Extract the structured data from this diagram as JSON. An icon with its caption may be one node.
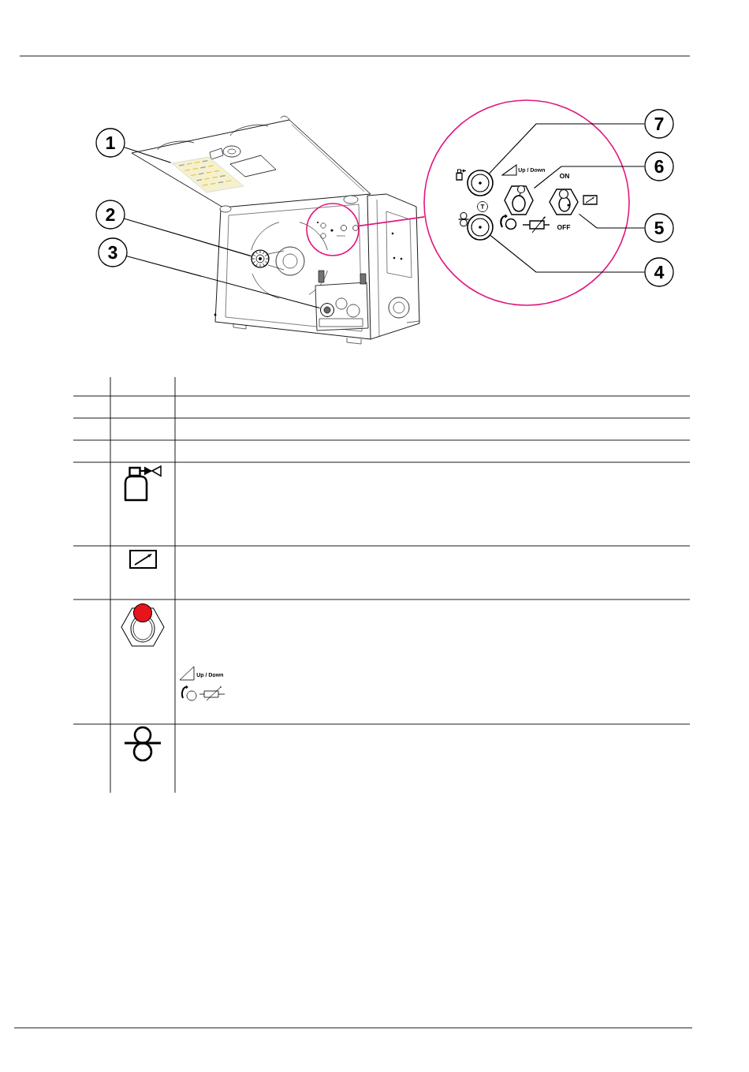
{
  "diagram": {
    "nodes": [
      {
        "text": [
          "1"
        ]
      },
      {
        "text": [
          "2"
        ]
      },
      {
        "text": [
          "3"
        ]
      },
      {
        "text": [
          "7"
        ]
      },
      {
        "text": [
          "6"
        ]
      },
      {
        "text": [
          "5"
        ]
      },
      {
        "text": [
          "4"
        ]
      },
      {
        "text": [],
        "shape": "picture"
      },
      {
        "text": [],
        "shape": "picture"
      },
      {
        "text": [],
        "shape": "picture"
      },
      {
        "text": [],
        "shape": "circle"
      },
      {
        "text": [],
        "shape": "circle"
      },
      {
        "text": [],
        "shape": "circle",
        "in": 11
      },
      {
        "text": [],
        "shape": "circle",
        "in": 11
      },
      {
        "text": [],
        "shape": "picture",
        "in": 11
      },
      {
        "text": [],
        "shape": "picture",
        "in": 11
      }
    ],
    "edges": [
      {
        "from": 0,
        "to": 7,
        "arrow": "none"
      },
      {
        "from": 1,
        "to": 8,
        "arrow": "none"
      },
      {
        "from": 2,
        "to": 9,
        "arrow": "none"
      },
      {
        "from": 3,
        "to": 12,
        "arrow": "none"
      },
      {
        "from": 4,
        "to": 14,
        "arrow": "none"
      },
      {
        "from": 5,
        "to": 15,
        "arrow": "none"
      },
      {
        "from": 6,
        "to": 13,
        "arrow": "none"
      },
      {
        "from": 10,
        "to": 11,
        "arrow": "none",
        "color": "#e2187e"
      }
    ],
    "labels": [
      "Up / Down",
      "ON",
      "T",
      "OFF",
      "Up / Down"
    ]
  }
}
